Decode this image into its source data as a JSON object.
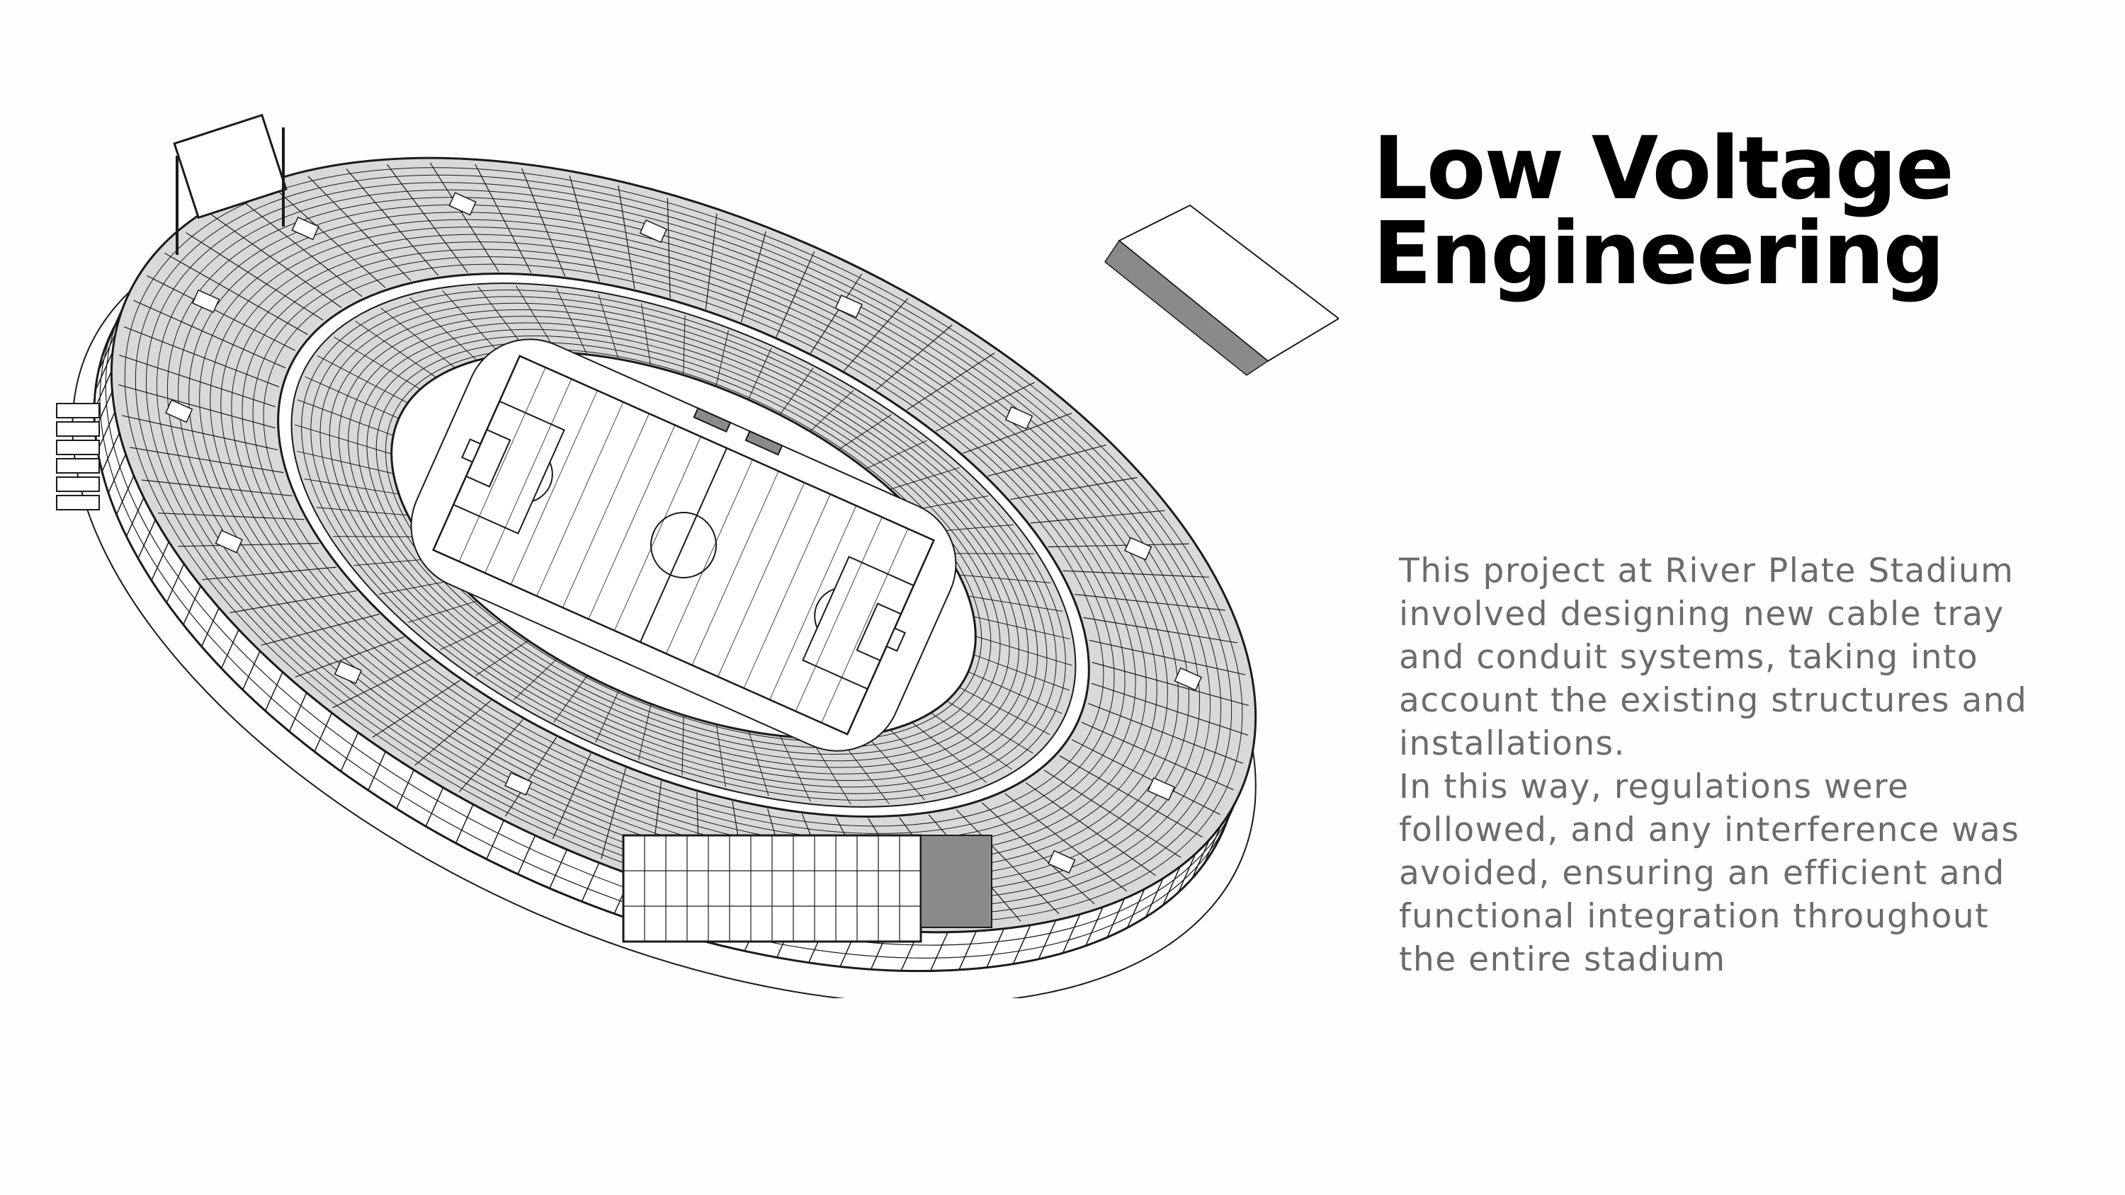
{
  "slide": {
    "title_lines": [
      "Low Voltage",
      "Engineering"
    ],
    "description_lines": [
      "This project at River Plate Stadium",
      "involved designing new cable tray",
      "and conduit systems, taking into",
      "account the existing structures and",
      "installations.",
      "In this way, regulations were",
      "followed, and any interference was",
      "avoided, ensuring an efficient and",
      "functional integration throughout",
      "the entire stadium"
    ]
  },
  "illustration": {
    "subject": "stadium-isometric-line-drawing",
    "line_color": "#1a1a1a",
    "fill_light": "#ffffff",
    "fill_mid": "#d9d9d9",
    "fill_dark": "#8a8a8a"
  }
}
